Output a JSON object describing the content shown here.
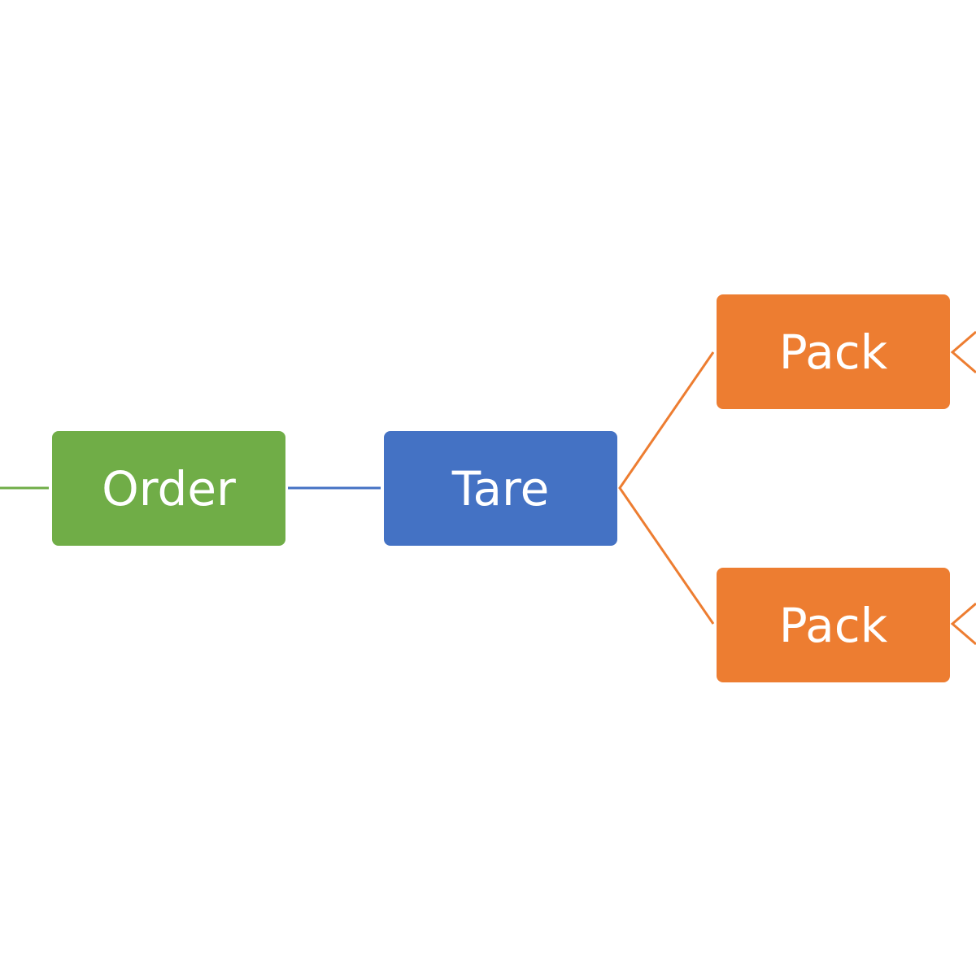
{
  "colors": {
    "green": "#70AD47",
    "blue": "#4472C4",
    "orange": "#ED7D31",
    "background": "#FFFFFF"
  },
  "nodes": {
    "order": {
      "label": "Order",
      "color": "#70AD47"
    },
    "tare": {
      "label": "Tare",
      "color": "#4472C4"
    },
    "pack_top": {
      "label": "Pack",
      "color": "#ED7D31"
    },
    "pack_bottom": {
      "label": "Pack",
      "color": "#ED7D31"
    }
  },
  "edges": [
    {
      "from": "off-canvas-left",
      "to": "order",
      "color": "#70AD47"
    },
    {
      "from": "order",
      "to": "tare",
      "color": "#4472C4"
    },
    {
      "from": "tare",
      "to": "pack_top",
      "color": "#ED7D31"
    },
    {
      "from": "tare",
      "to": "pack_bottom",
      "color": "#ED7D31"
    },
    {
      "from": "pack_top",
      "to": "off-canvas-right",
      "color": "#ED7D31"
    },
    {
      "from": "pack_bottom",
      "to": "off-canvas-right",
      "color": "#ED7D31"
    }
  ]
}
